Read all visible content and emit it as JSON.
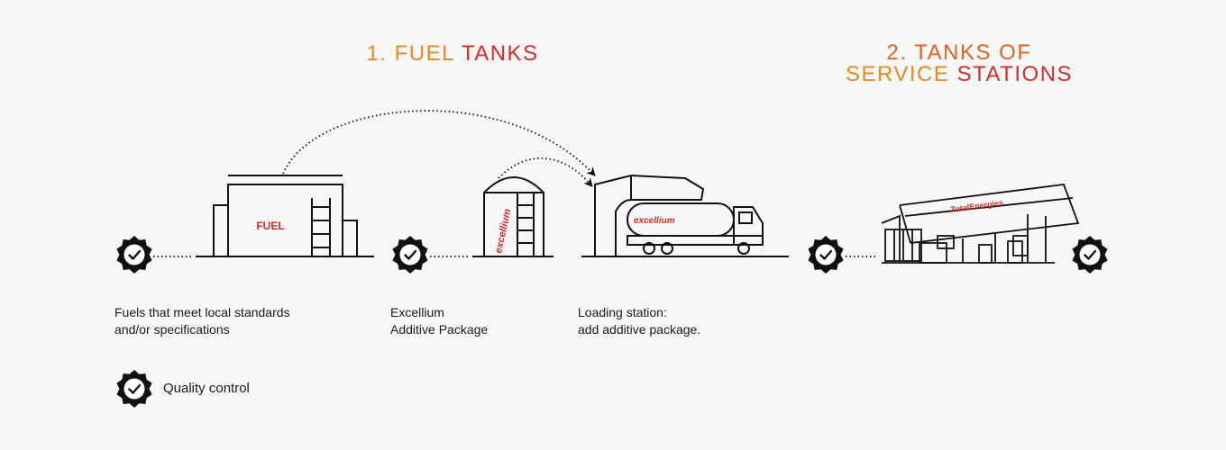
{
  "headings": {
    "fuel_tanks": {
      "part1": "1. FUEL",
      "part2": "TANKS"
    },
    "service_stations": {
      "line1": "2. TANKS OF",
      "line2_part1": "SERVICE",
      "line2_part2": "STATIONS"
    }
  },
  "labels": {
    "fuel_tank": "FUEL",
    "additive_silo_brand": "excellium",
    "truck_brand": "excellium",
    "station_canopy_brand": "TotalEnergies"
  },
  "steps": [
    {
      "line1": "Fuels that meet local standards",
      "line2": "and/or specifications"
    },
    {
      "line1": "Excellium",
      "line2": "Additive Package"
    },
    {
      "line1": "Loading station:",
      "line2": "add additive package."
    }
  ],
  "legend": {
    "quality_control": "Quality control"
  },
  "colors": {
    "accent_orange": "#e8881e",
    "accent_red": "#d62b26",
    "line": "#111111"
  },
  "icons": {
    "quality_control": "check-badge-icon",
    "flow_arrow": "dotted-arrow-icon"
  }
}
